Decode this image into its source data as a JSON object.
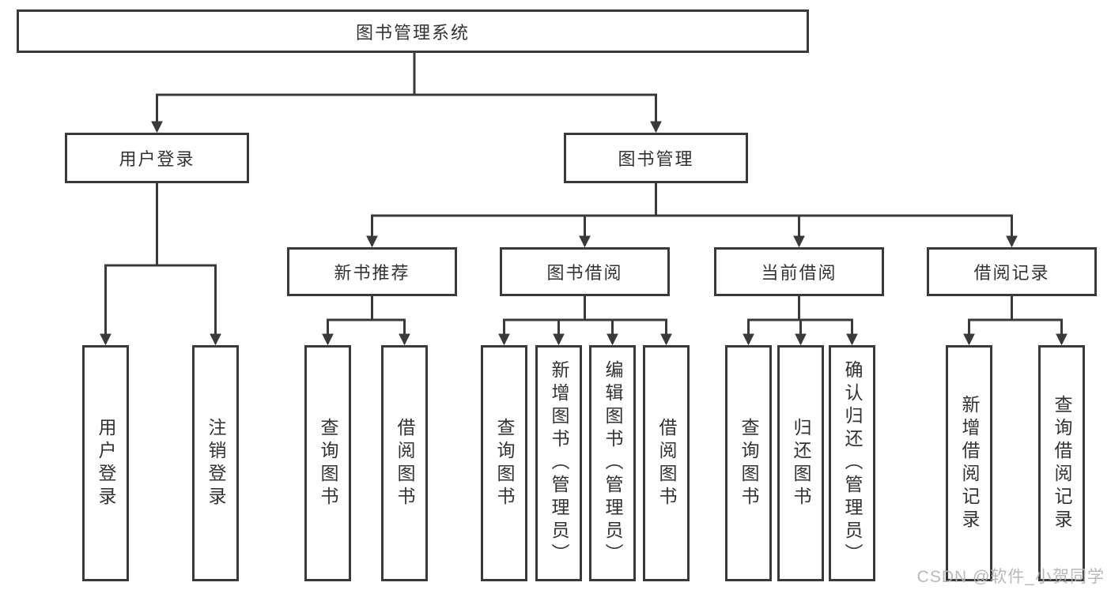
{
  "diagram": {
    "type": "hierarchy-tree",
    "colors": {
      "line": "#3a3a3a",
      "box_border": "#3a3a3a",
      "text": "#333333",
      "background": "#ffffff",
      "watermark": "#b3b3b3"
    },
    "tree": {
      "label": "图书管理系统",
      "children": [
        {
          "label": "用户登录",
          "children": [
            {
              "label": "用户登录"
            },
            {
              "label": "注销登录"
            }
          ]
        },
        {
          "label": "图书管理",
          "children": [
            {
              "label": "新书推荐",
              "children": [
                {
                  "label": "查询图书"
                },
                {
                  "label": "借阅图书"
                }
              ]
            },
            {
              "label": "图书借阅",
              "children": [
                {
                  "label": "查询图书"
                },
                {
                  "label": "新增图书（管理员）"
                },
                {
                  "label": "编辑图书（管理员）"
                },
                {
                  "label": "借阅图书"
                }
              ]
            },
            {
              "label": "当前借阅",
              "children": [
                {
                  "label": "查询图书"
                },
                {
                  "label": "归还图书"
                },
                {
                  "label": "确认归还（管理员）"
                }
              ]
            },
            {
              "label": "借阅记录",
              "children": [
                {
                  "label": "新增借阅记录"
                },
                {
                  "label": "查询借阅记录"
                }
              ]
            }
          ]
        }
      ]
    },
    "watermark": {
      "text": "CSDN @软件_小贺同学"
    }
  }
}
